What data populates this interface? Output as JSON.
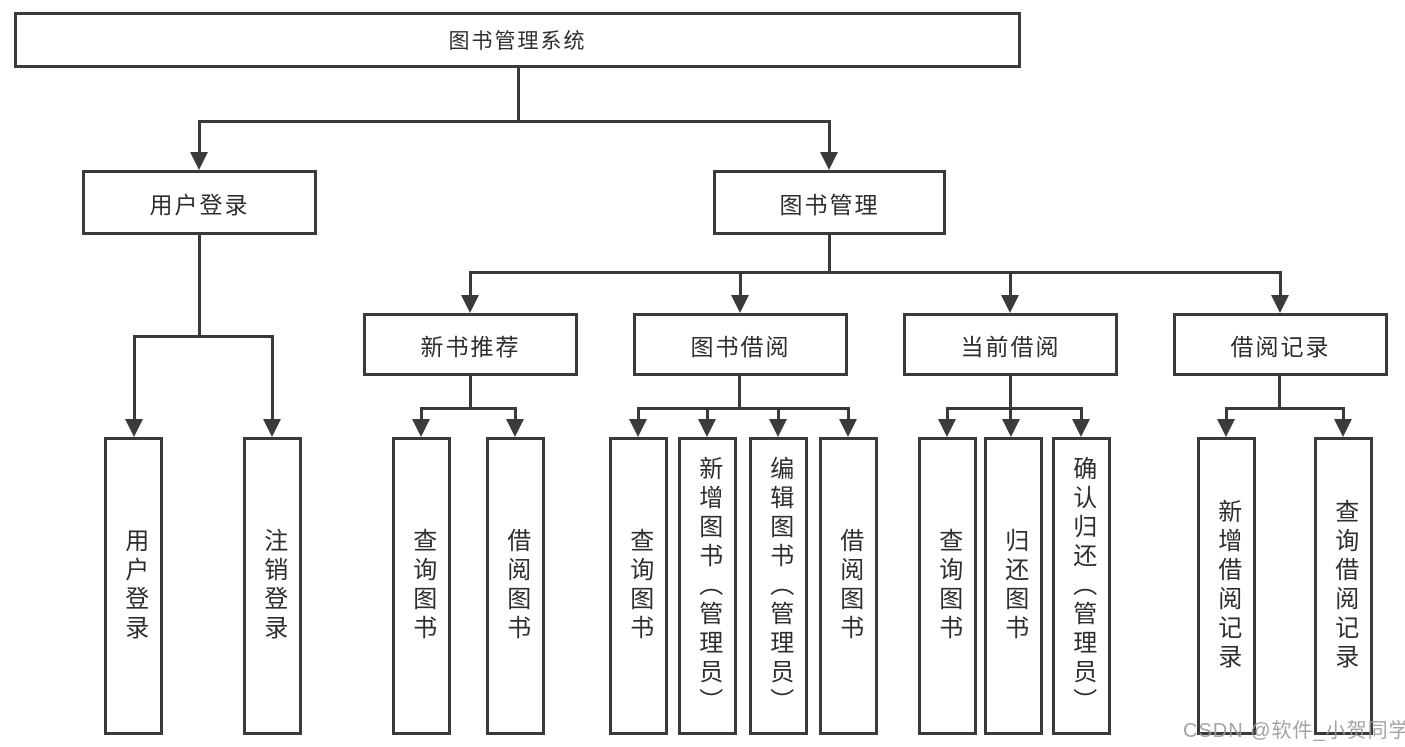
{
  "diagram": {
    "type": "tree",
    "title": "图书管理系统",
    "root": {
      "label": "图书管理系统",
      "children": [
        {
          "label": "用户登录",
          "children": [
            {
              "label": "用户登录"
            },
            {
              "label": "注销登录"
            }
          ]
        },
        {
          "label": "图书管理",
          "children": [
            {
              "label": "新书推荐",
              "children": [
                {
                  "label": "查询图书"
                },
                {
                  "label": "借阅图书"
                }
              ]
            },
            {
              "label": "图书借阅",
              "children": [
                {
                  "label": "查询图书"
                },
                {
                  "label": "新增图书（管理员）"
                },
                {
                  "label": "编辑图书（管理员）"
                },
                {
                  "label": "借阅图书"
                }
              ]
            },
            {
              "label": "当前借阅",
              "children": [
                {
                  "label": "查询图书"
                },
                {
                  "label": "归还图书"
                },
                {
                  "label": "确认归还（管理员）"
                }
              ]
            },
            {
              "label": "借阅记录",
              "children": [
                {
                  "label": "新增借阅记录"
                },
                {
                  "label": "查询借阅记录"
                }
              ]
            }
          ]
        }
      ]
    },
    "colors": {
      "line": "#3a3a3a",
      "text": "#2e2e2e",
      "background": "#ffffff"
    }
  },
  "watermark": {
    "text": "CSDN @软件_小贺同学",
    "color": "#9b9b9b"
  }
}
